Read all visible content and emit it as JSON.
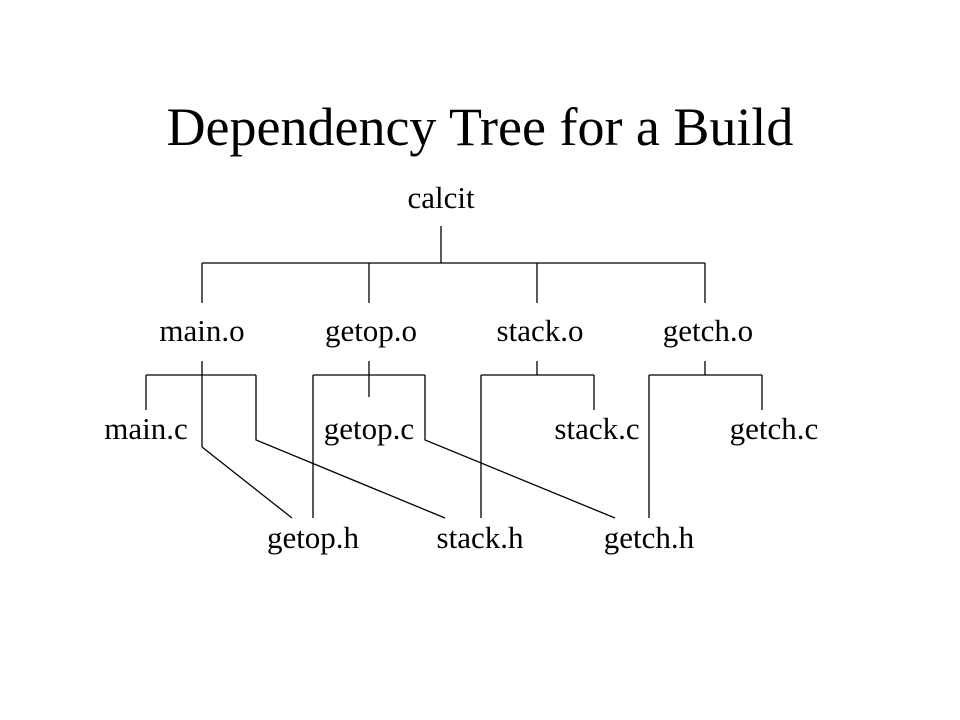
{
  "title": "Dependency Tree for a Build",
  "nodes": {
    "calcit": "calcit",
    "main_o": "main.o",
    "getop_o": "getop.o",
    "stack_o": "stack.o",
    "getch_o": "getch.o",
    "main_c": "main.c",
    "getop_c": "getop.c",
    "stack_c": "stack.c",
    "getch_c": "getch.c",
    "getop_h": "getop.h",
    "stack_h": "stack.h",
    "getch_h": "getch.h"
  },
  "edges": [
    [
      "calcit",
      "main_o"
    ],
    [
      "calcit",
      "getop_o"
    ],
    [
      "calcit",
      "stack_o"
    ],
    [
      "calcit",
      "getch_o"
    ],
    [
      "main_o",
      "main_c"
    ],
    [
      "main_o",
      "getop_h"
    ],
    [
      "main_o",
      "stack_h"
    ],
    [
      "getop_o",
      "getop_c"
    ],
    [
      "getop_o",
      "getop_h"
    ],
    [
      "getop_o",
      "getch_h"
    ],
    [
      "stack_o",
      "stack_c"
    ],
    [
      "stack_o",
      "stack_h"
    ],
    [
      "getch_o",
      "getch_c"
    ],
    [
      "getch_o",
      "getch_h"
    ]
  ]
}
